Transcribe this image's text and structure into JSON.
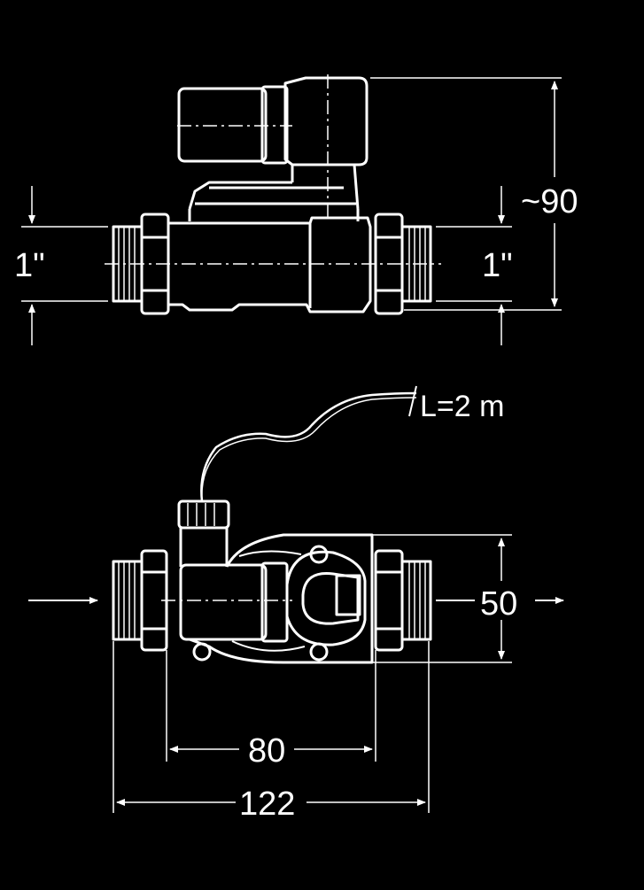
{
  "colors": {
    "background": "#000000",
    "stroke": "#ffffff"
  },
  "side_view": {
    "height_dim": "~90",
    "left_thread": "1\"",
    "right_thread": "1\""
  },
  "top_view": {
    "cable_length": "L=2 m",
    "width_dim": "50",
    "inner_length_dim": "80",
    "overall_length_dim": "122"
  }
}
